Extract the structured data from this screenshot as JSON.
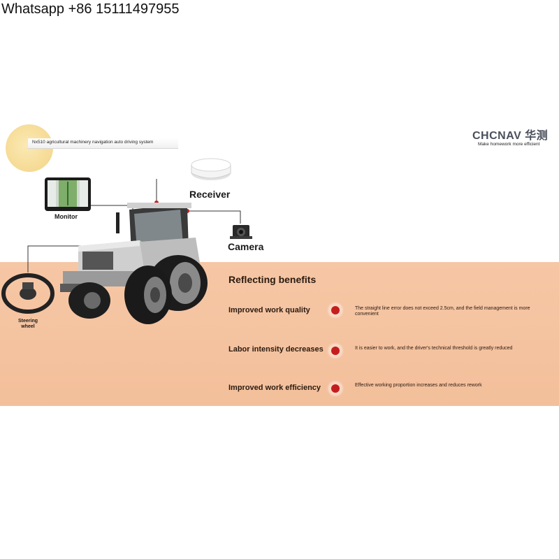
{
  "contact": "Whatsapp +86 15111497955",
  "product_title": "Nx510 agricultural machinery navigation auto driving system",
  "brand": {
    "name": "CHCNAV 华测",
    "slogan": "Make homework more efficient",
    "color": "#4a4f5c"
  },
  "components": {
    "receiver": "Receiver",
    "camera": "Camera",
    "monitor": "Monitor",
    "steering_line1": "Steering",
    "steering_line2": "wheel"
  },
  "benefits": {
    "title": "Reflecting benefits",
    "items": [
      {
        "label": "Improved work quality",
        "desc": "The straight line error does not exceed 2.5cm, and the field management is more convenient"
      },
      {
        "label": "Labor intensity decreases",
        "desc": "It is easier to work, and the driver's technical threshold is greatly reduced"
      },
      {
        "label": "Improved work efficiency",
        "desc": "Effective working proportion increases and reduces rework"
      }
    ]
  },
  "colors": {
    "band": "#f6c7a5",
    "accent_dot": "#c41e1e",
    "connector": "#333333"
  },
  "icons": [
    "receiver-icon",
    "camera-icon",
    "monitor-icon",
    "steering-wheel-icon",
    "tractor-icon"
  ]
}
